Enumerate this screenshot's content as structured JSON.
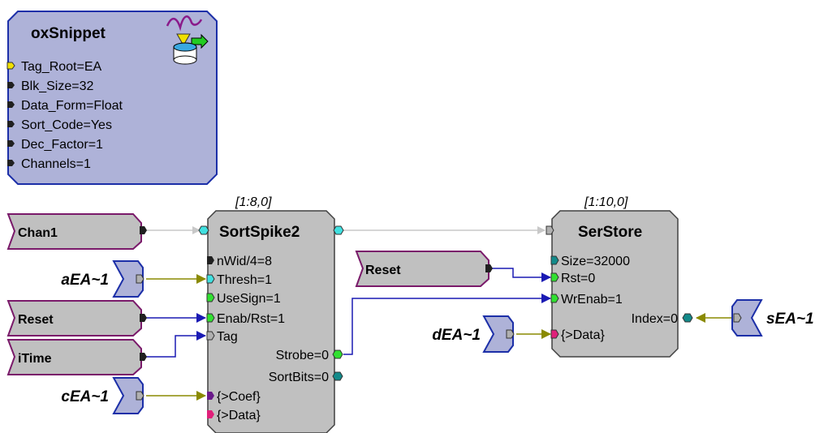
{
  "snippet": {
    "title": "oxSnippet",
    "params": [
      "Tag_Root=EA",
      "Blk_Size=32",
      "Data_Form=Float",
      "Sort_Code=Yes",
      "Dec_Factor=1",
      "Channels=1"
    ]
  },
  "sortspike": {
    "index": "[1:8,0]",
    "title": "SortSpike2",
    "inputs": [
      "nWid/4=8",
      "Thresh=1",
      "UseSign=1",
      "Enab/Rst=1",
      "Tag",
      "{>Coef}",
      "{>Data}"
    ],
    "outputs": [
      "Strobe=0",
      "SortBits=0"
    ]
  },
  "serstore": {
    "index": "[1:10,0]",
    "title": "SerStore",
    "inputs": [
      "Size=32000",
      "Rst=0",
      "WrEnab=1",
      "{>Data}"
    ],
    "outputs": [
      "Index=0"
    ]
  },
  "sources": {
    "chan1": "Chan1",
    "reset1": "Reset",
    "itime": "iTime",
    "reset2": "Reset"
  },
  "tags": {
    "aea": "aEA~1",
    "cea": "cEA~1",
    "dea": "dEA~1",
    "sea": "sEA~1"
  },
  "colors": {
    "block_fill": "#c0c0c0",
    "snippet_fill": "#aeb2d8",
    "snippet_border": "#1c2fa8",
    "source_border": "#7a1a6a",
    "tag_border": "#1c2fa8",
    "wire_gray": "#c8c8c8",
    "wire_olive": "#8a8a00",
    "wire_blue": "#1a1ab4"
  }
}
